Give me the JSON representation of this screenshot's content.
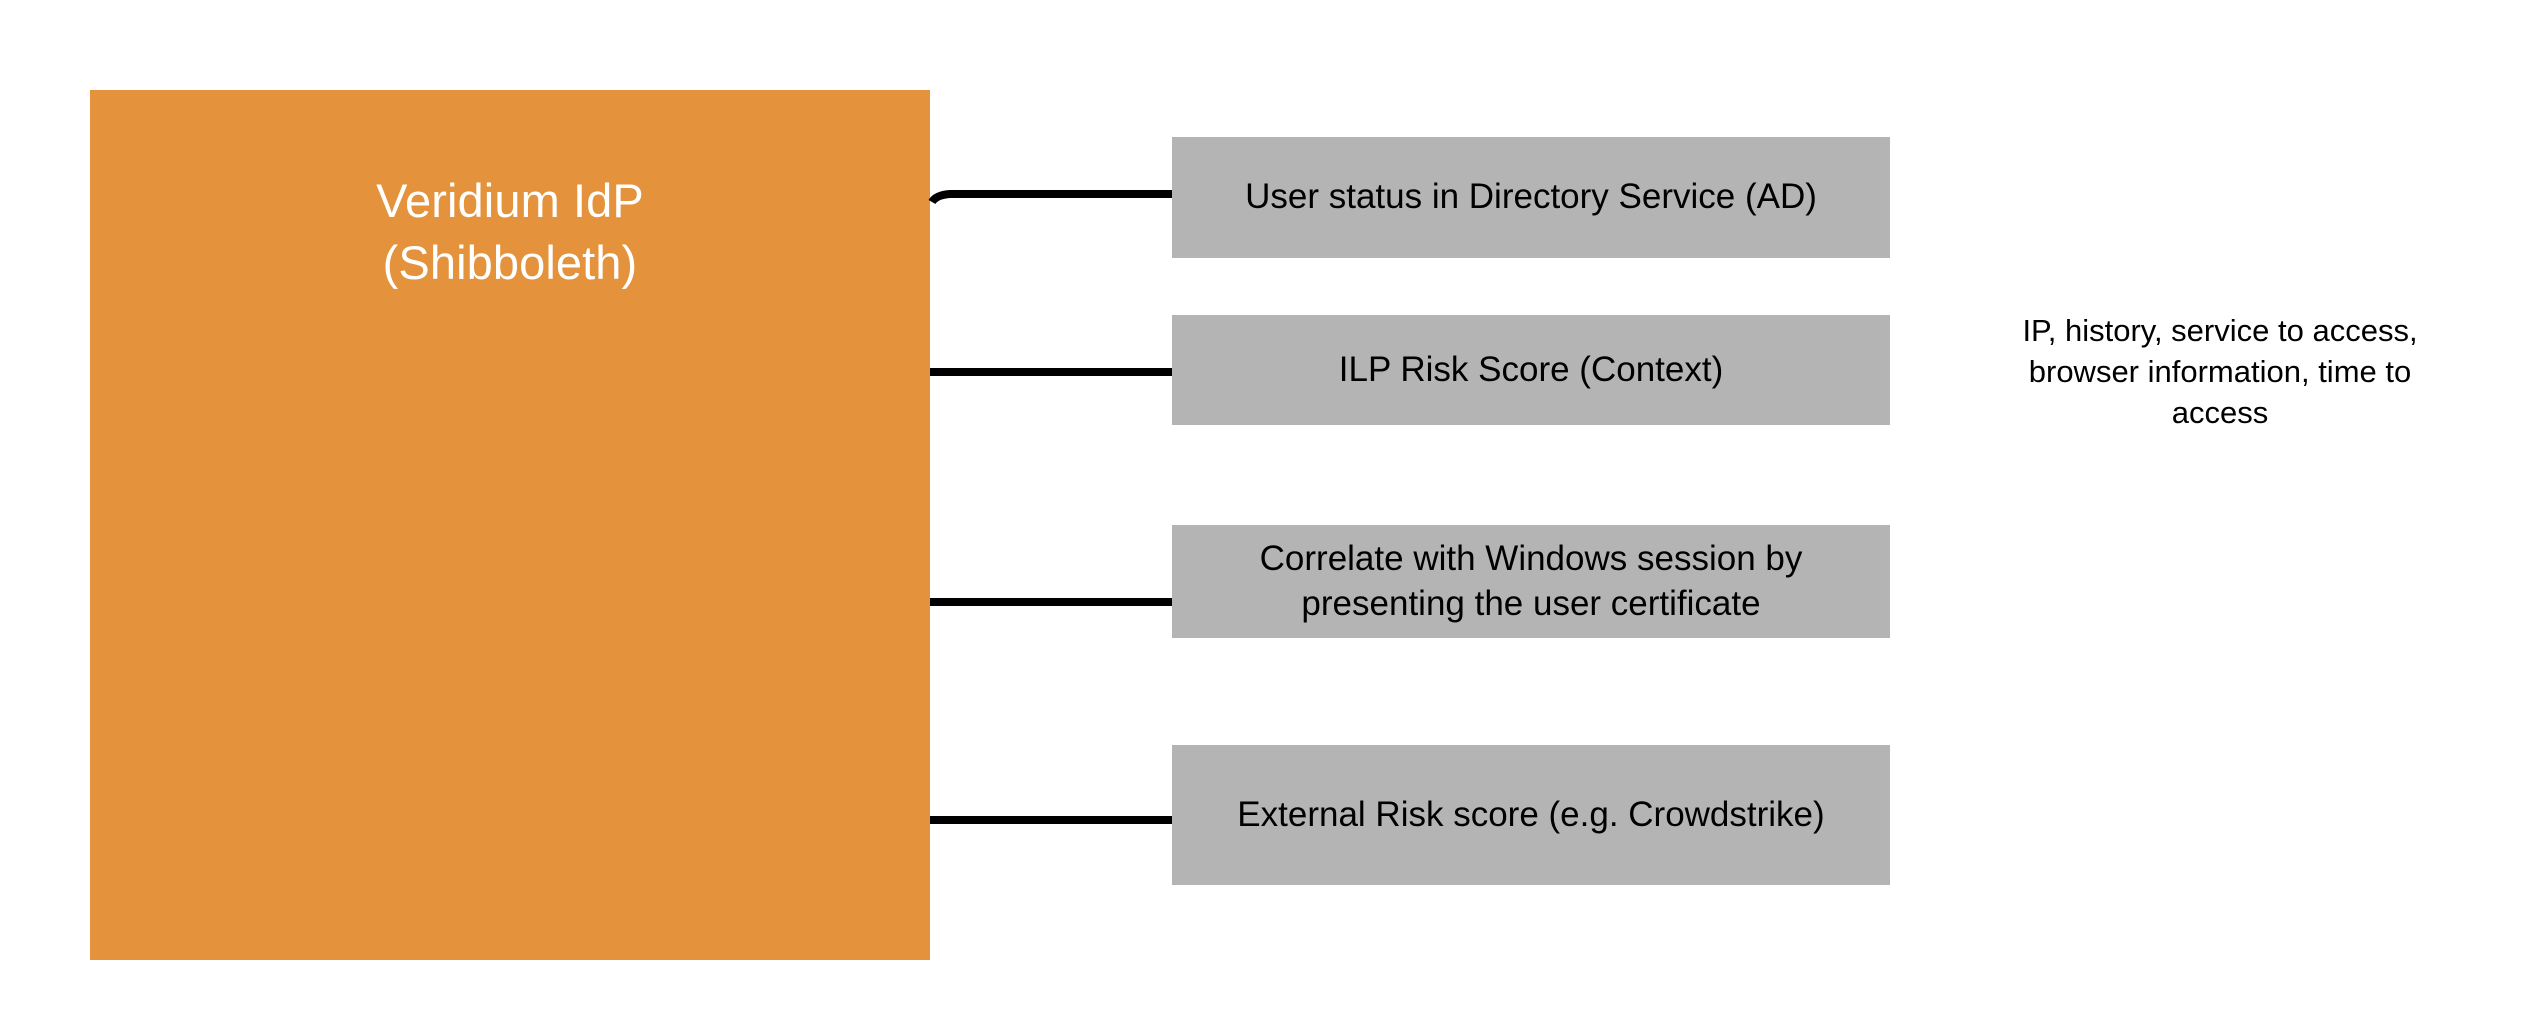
{
  "diagram": {
    "background_color": "#ffffff",
    "primary_node": {
      "name": "Veridium IdP (Shibboleth)",
      "title": "Veridium IdP\n(Shibboleth)",
      "fill_color": "#E4923B",
      "text_color": "#ffffff"
    },
    "signal_nodes": [
      {
        "id": "user-status-ad",
        "label": "User status in Directory Service (AD)",
        "fill_color": "#B4B4B4",
        "text_color": "#000000"
      },
      {
        "id": "ilp-risk-score",
        "label": "ILP Risk Score (Context)",
        "fill_color": "#B4B4B4",
        "text_color": "#000000"
      },
      {
        "id": "windows-session-correlation",
        "label": "Correlate with Windows session by\npresenting the user certificate",
        "fill_color": "#B4B4B4",
        "text_color": "#000000"
      },
      {
        "id": "external-risk-score",
        "label": "External Risk score (e.g. Crowdstrike)",
        "fill_color": "#B4B4B4",
        "text_color": "#000000"
      }
    ],
    "annotation": {
      "id": "context-details",
      "text": "IP, history, service to access,\nbrowser information, time to\naccess",
      "text_color": "#000000"
    },
    "connectors": {
      "color": "#000000",
      "count": 4
    }
  }
}
